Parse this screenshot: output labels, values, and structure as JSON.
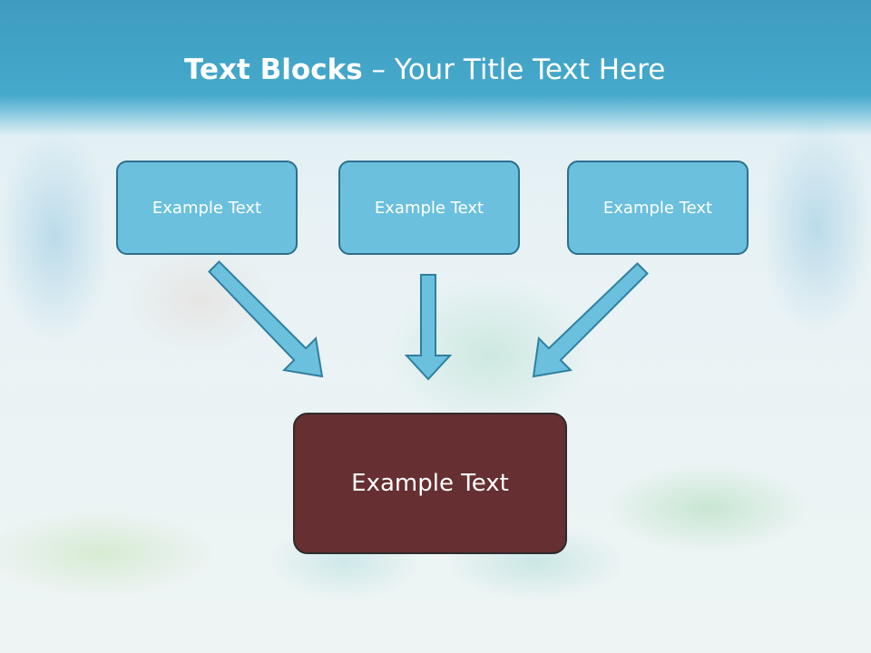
{
  "title": {
    "bold": "Text Blocks",
    "dash": " – ",
    "rest": "Your Title Text Here"
  },
  "boxes": {
    "top_left": "Example Text",
    "top_middle": "Example Text",
    "top_right": "Example Text",
    "bottom": "Example Text"
  },
  "colors": {
    "title_bar": "#45a9cc",
    "small_box_fill": "#6bc0de",
    "small_box_border": "#2b6f8e",
    "main_box_fill": "#662f31"
  }
}
